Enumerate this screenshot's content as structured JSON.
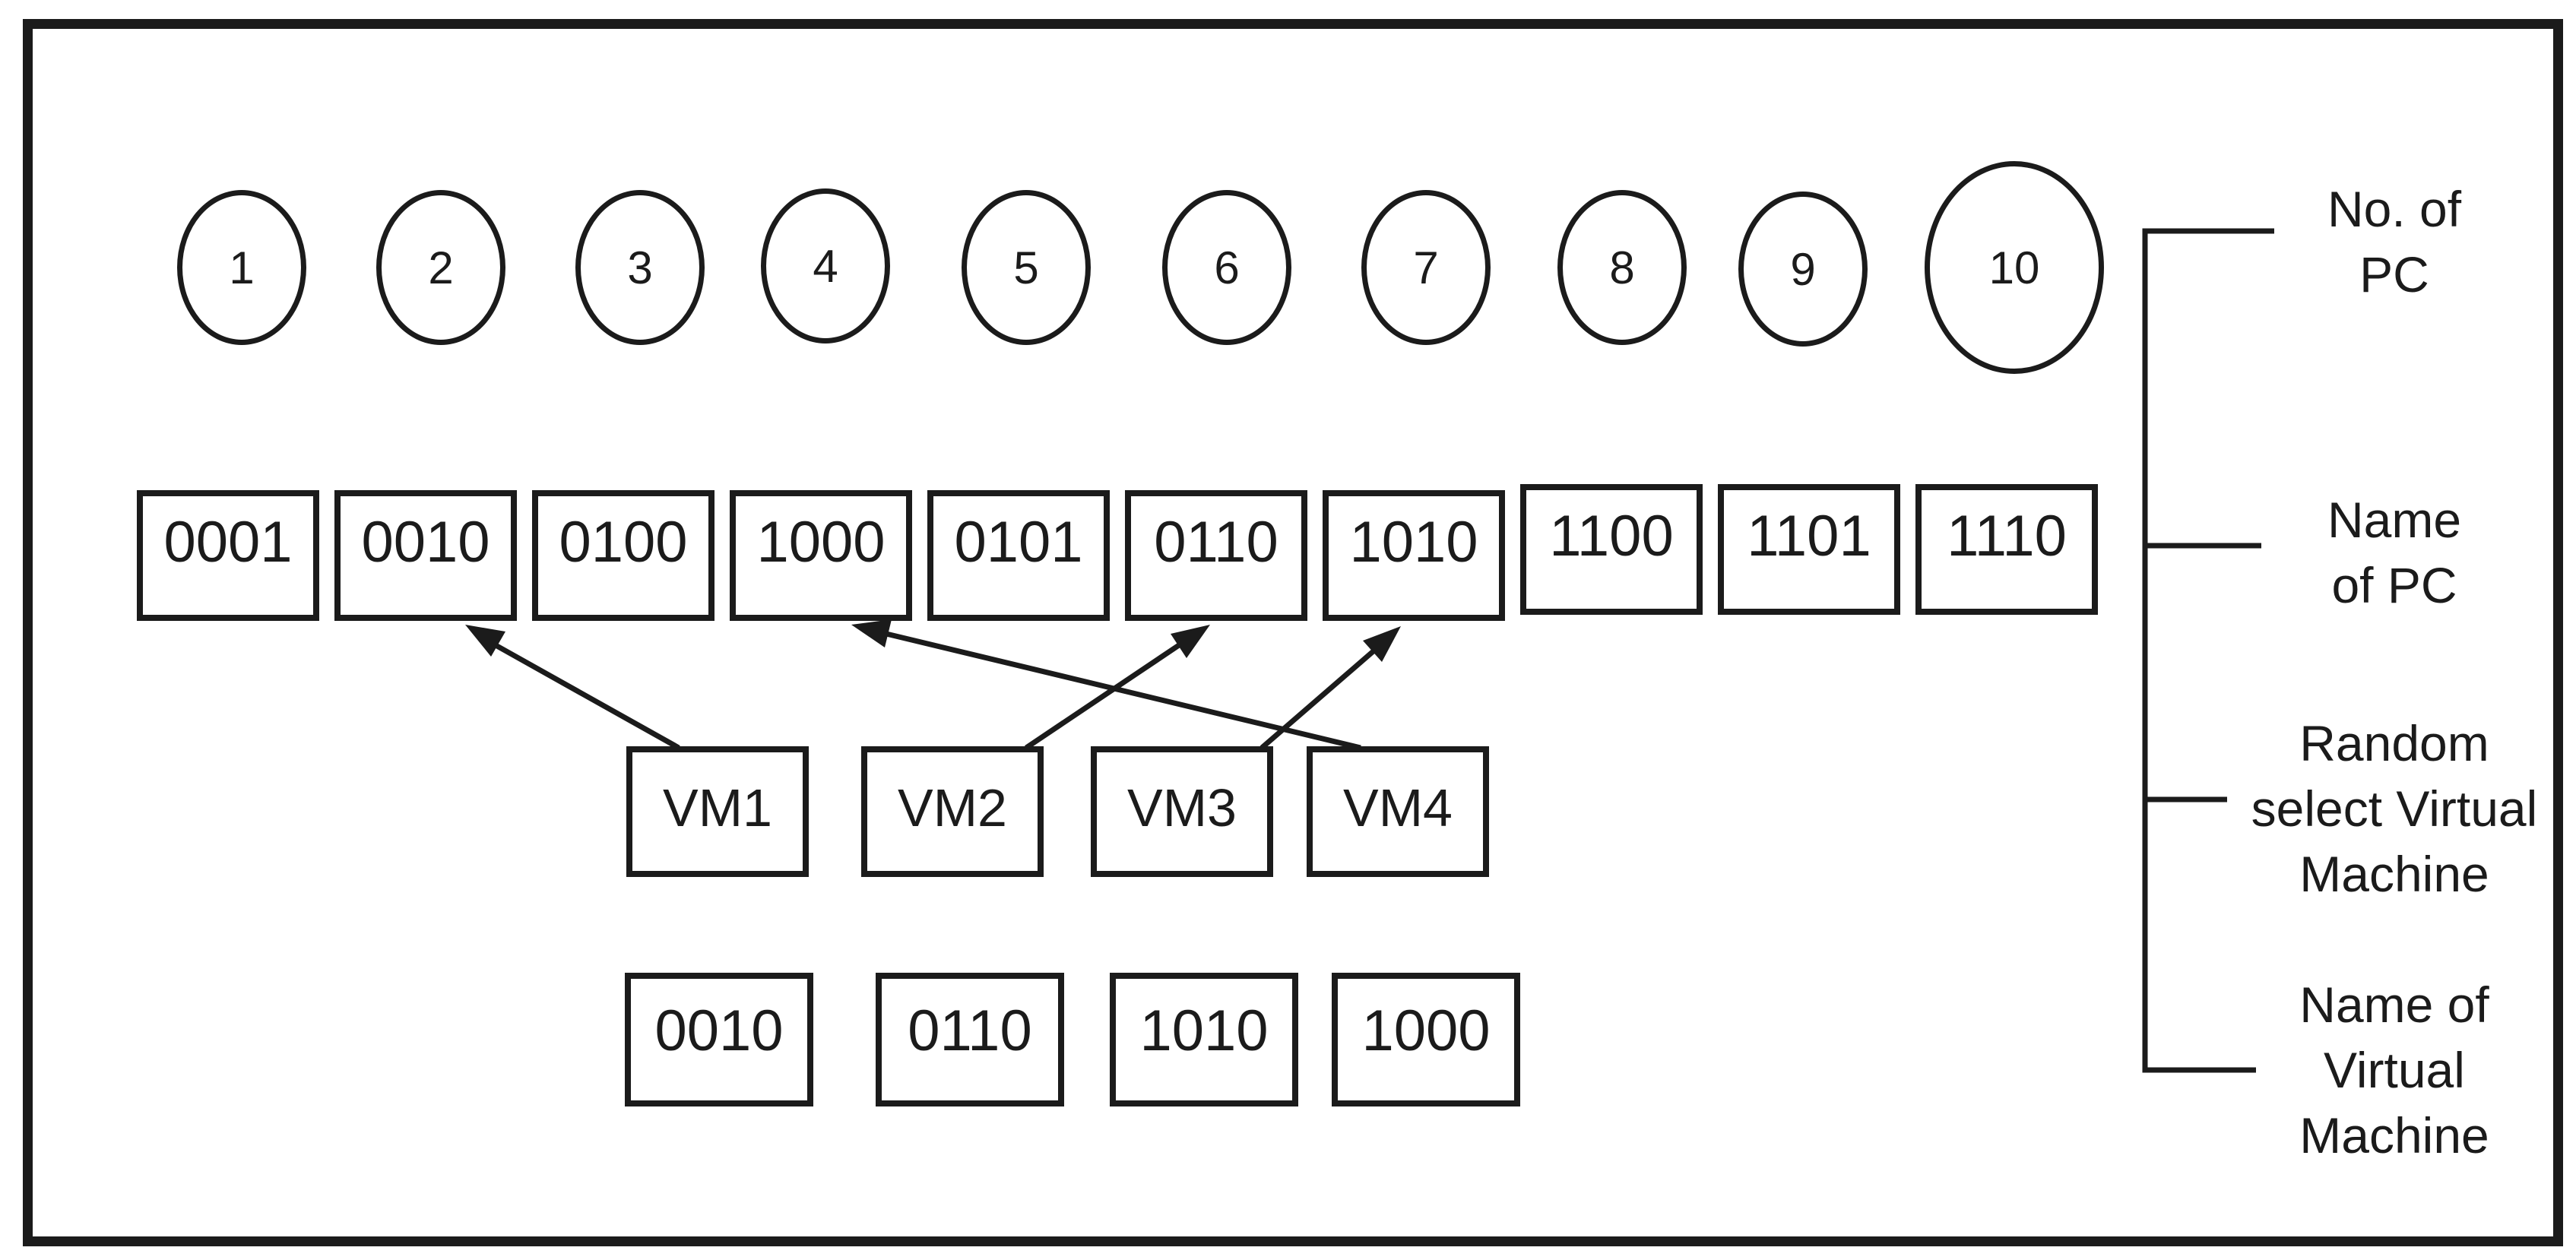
{
  "colors": {
    "ink": "#1b1b1b",
    "background": "#ffffff"
  },
  "pc_row": [
    {
      "no": "1",
      "name": "0001"
    },
    {
      "no": "2",
      "name": "0010"
    },
    {
      "no": "3",
      "name": "0100"
    },
    {
      "no": "4",
      "name": "1000"
    },
    {
      "no": "5",
      "name": "0101"
    },
    {
      "no": "6",
      "name": "0110"
    },
    {
      "no": "7",
      "name": "1010"
    },
    {
      "no": "8",
      "name": "1100"
    },
    {
      "no": "9",
      "name": "1101"
    },
    {
      "no": "10",
      "name": "1110"
    }
  ],
  "vm_row": [
    {
      "label": "VM1",
      "name": "0010",
      "assigned_pc": "0010"
    },
    {
      "label": "VM2",
      "name": "0110",
      "assigned_pc": "0110"
    },
    {
      "label": "VM3",
      "name": "1010",
      "assigned_pc": "1010"
    },
    {
      "label": "VM4",
      "name": "1000",
      "assigned_pc": "1000"
    }
  ],
  "legend": [
    {
      "lines": [
        "No. of",
        "PC"
      ]
    },
    {
      "lines": [
        "Name",
        "of PC"
      ]
    },
    {
      "lines": [
        "Random",
        "select Virtual",
        "Machine"
      ]
    },
    {
      "lines": [
        "Name of",
        "Virtual",
        "Machine"
      ]
    }
  ]
}
